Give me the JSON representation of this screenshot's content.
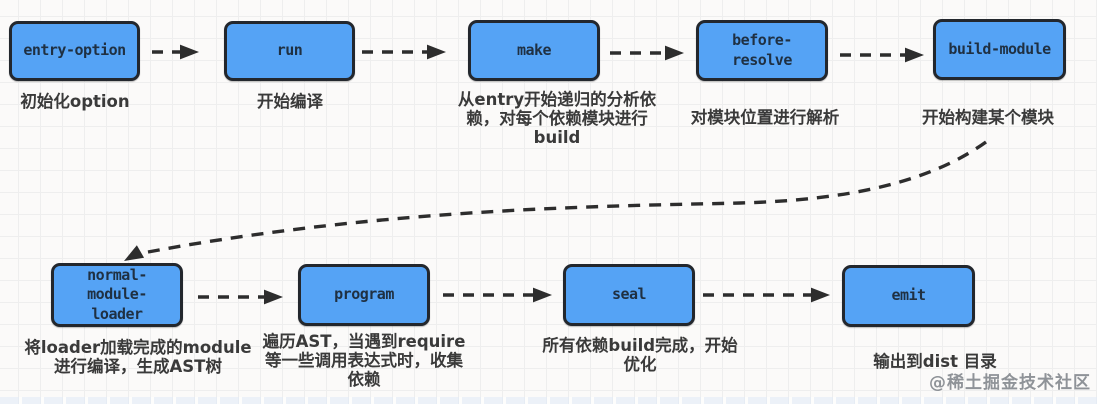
{
  "diagram": {
    "watermark": "@稀土掘金技术社区",
    "colors": {
      "bg": "#fbfaf9",
      "grid": "#eeeeee",
      "box-fill": "#55a3f5",
      "box-border": "#23272d",
      "label": "#1f3042",
      "caption": "#3a3a3a",
      "arrow": "#2d2d2d",
      "watermark": "#8f9398"
    },
    "nodes": [
      {
        "id": "entry-option",
        "label": "entry-option",
        "caption": "初始化option"
      },
      {
        "id": "run",
        "label": "run",
        "caption": "开始编译"
      },
      {
        "id": "make",
        "label": "make",
        "caption": "从entry开始递归的分析依\n赖，对每个依赖模块进行\nbuild"
      },
      {
        "id": "before-resolve",
        "label": "before-\nresolve",
        "caption": "对模块位置进行解析"
      },
      {
        "id": "build-module",
        "label": "build-module",
        "caption": "开始构建某个模块"
      },
      {
        "id": "normal-module-loader",
        "label": "normal-\nmodule-\nloader",
        "caption": "将loader加载完成的module\n进行编译，生成AST树"
      },
      {
        "id": "program",
        "label": "program",
        "caption": "遍历AST，当遇到require\n等一些调用表达式时，收集\n依赖"
      },
      {
        "id": "seal",
        "label": "seal",
        "caption": "所有依赖build完成，开始\n优化"
      },
      {
        "id": "emit",
        "label": "emit",
        "caption": "输出到dist 目录"
      }
    ],
    "edges": [
      {
        "from": "entry-option",
        "to": "run",
        "style": "dashed"
      },
      {
        "from": "run",
        "to": "make",
        "style": "dashed"
      },
      {
        "from": "make",
        "to": "before-resolve",
        "style": "dashed"
      },
      {
        "from": "before-resolve",
        "to": "build-module",
        "style": "dashed"
      },
      {
        "from": "build-module",
        "to": "normal-module-loader",
        "style": "dashed-curve"
      },
      {
        "from": "normal-module-loader",
        "to": "program",
        "style": "dashed"
      },
      {
        "from": "program",
        "to": "seal",
        "style": "dashed"
      },
      {
        "from": "seal",
        "to": "emit",
        "style": "dashed"
      }
    ]
  }
}
